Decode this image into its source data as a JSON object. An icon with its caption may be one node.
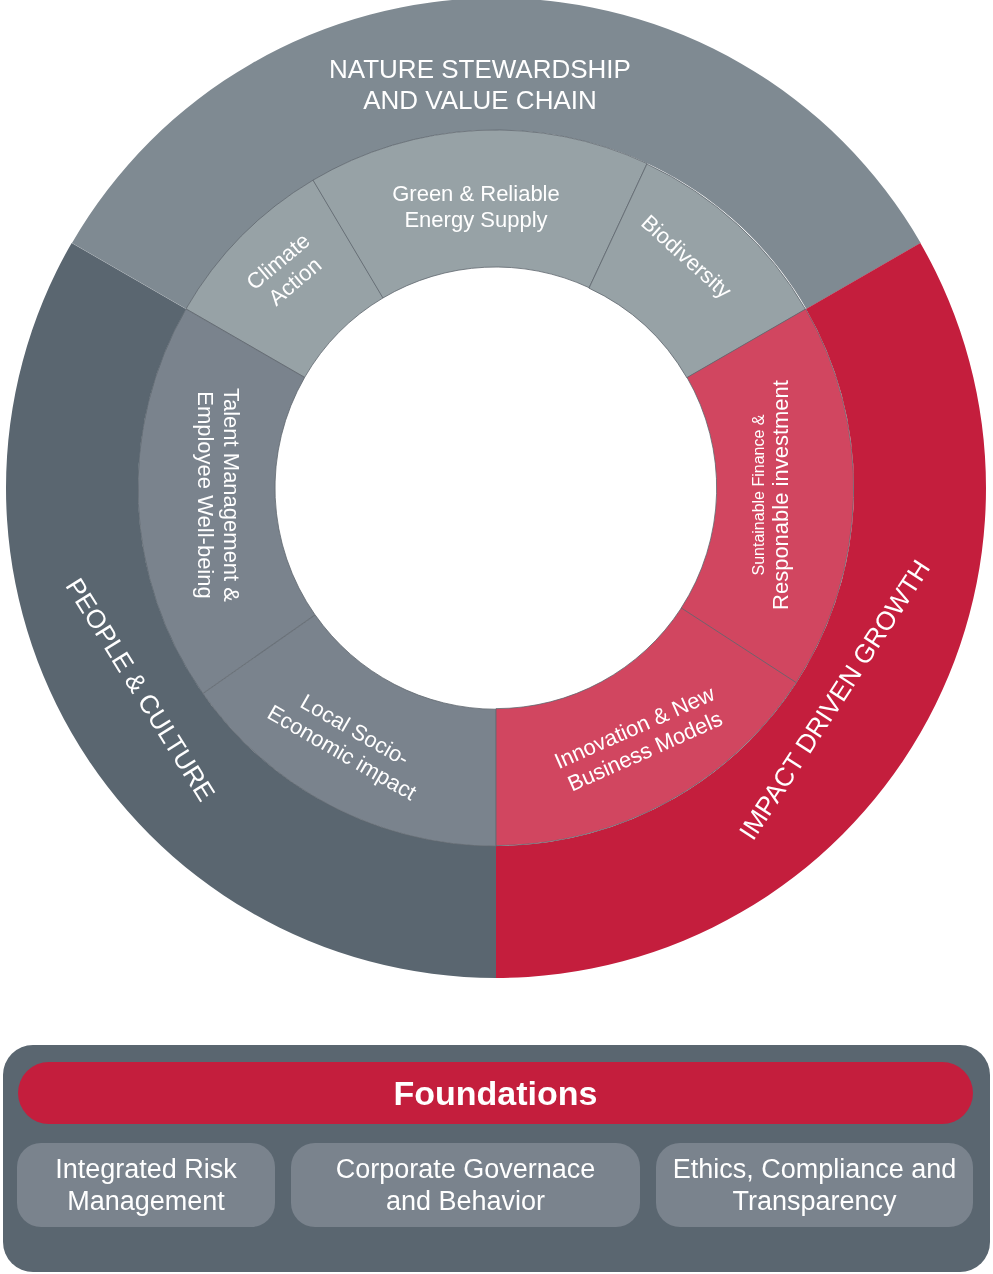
{
  "diagram": {
    "nodes": [
      {
        "text": [
          "NATURE STEWARDSHIP AND VALUE CHAIN"
        ]
      },
      {
        "text": [
          "Climate Action"
        ]
      },
      {
        "text": [
          "Green & Reliable Energy Supply"
        ]
      },
      {
        "text": [
          "Biodiversity"
        ]
      },
      {
        "text": [
          "Talent Management & Employee Well-being"
        ]
      },
      {
        "text": [
          "Suntainable Finance &",
          "Responable investment"
        ]
      },
      {
        "text": [
          "PEOPLE & CULTURE"
        ]
      },
      {
        "text": [
          "IMPACT DRIVEN GROWTH"
        ]
      },
      {
        "text": [
          "Local Socio-Economic impact"
        ]
      },
      {
        "text": [
          "Innovation & New Business Models"
        ]
      },
      {
        "text": [],
        "shape": "box"
      },
      {
        "text": [
          "Foundations"
        ],
        "in": 10
      },
      {
        "text": [
          "Integrated Risk Management"
        ],
        "in": 10
      },
      {
        "text": [
          "Corporate Governace and Behavior"
        ],
        "in": 10
      },
      {
        "text": [
          "Ethics, Compliance and Transparency"
        ],
        "in": 10
      }
    ]
  }
}
